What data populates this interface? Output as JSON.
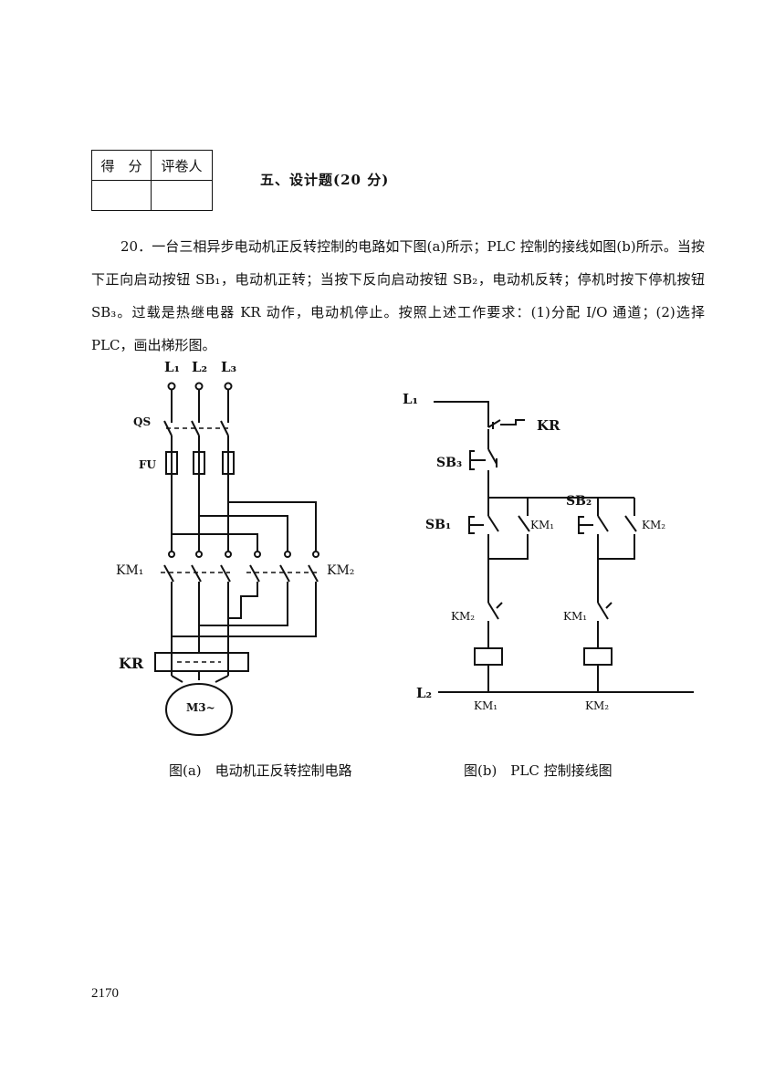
{
  "score_table": {
    "header_score": "得　分",
    "header_grader": "评卷人"
  },
  "section_title": "五、设计题(20 分)",
  "question_text": "20．一台三相异步电动机正反转控制的电路如下图(a)所示；PLC 控制的接线如图(b)所示。当按下正向启动按钮 SB₁，电动机正转；当按下反向启动按钮 SB₂，电动机反转；停机时按下停机按钮 SB₃。过载是热继电器 KR 动作，电动机停止。按照上述工作要求：(1)分配 I/O 通道；(2)选择 PLC，画出梯形图。",
  "figure_a": {
    "labels": {
      "l1": "L₁",
      "l2": "L₂",
      "l3": "L₃",
      "qs": "QS",
      "fu": "FU",
      "km1": "KM₁",
      "km2": "KM₂",
      "kr": "KR",
      "motor": "M3~"
    },
    "caption": "图(a)　电动机正反转控制电路"
  },
  "figure_b": {
    "labels": {
      "l1": "L₁",
      "l2": "L₂",
      "kr": "KR",
      "sb3": "SB₃",
      "sb1": "SB₁",
      "sb2": "SB₂",
      "km1_contact": "KM₁",
      "km2_contact": "KM₂",
      "km2_interlock": "KM₂",
      "km1_interlock": "KM₁",
      "km1_coil": "KM₁",
      "km2_coil": "KM₂"
    },
    "caption": "图(b)　PLC 控制接线图"
  },
  "page_number": "2170"
}
